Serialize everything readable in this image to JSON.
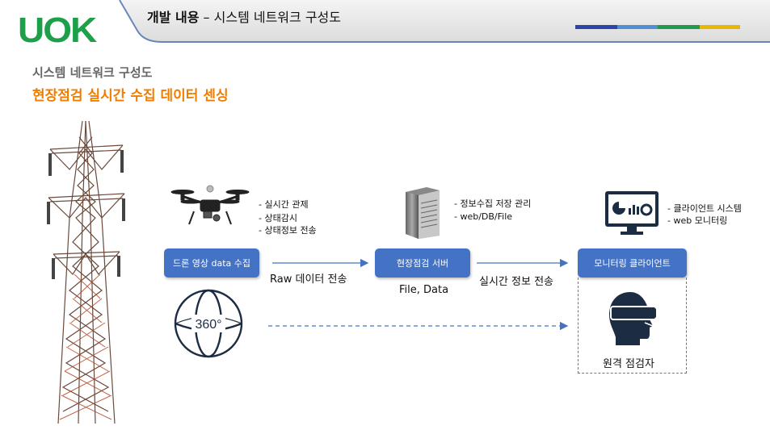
{
  "header": {
    "logo": "UOK",
    "title_bold": "개발 내용",
    "title_rest": " – 시스템 네트워크 구성도"
  },
  "colors": {
    "accent": [
      "#2a45a8",
      "#4f8fd6",
      "#1f9a4b",
      "#e8b800"
    ],
    "box": "#4472c4",
    "title_orange": "#f07d00",
    "logo_green": "#1ea04a"
  },
  "slide": {
    "subtitle": "시스템 네트워크 구성도",
    "title": "현장점검 실시간 수집 데이터 센싱"
  },
  "drone": {
    "box_label": "드론 영상 data 수집",
    "notes": [
      "- 실시간 관제",
      "- 상태감시",
      "- 상태정보 전송"
    ]
  },
  "server": {
    "box_label": "현장점검 서버",
    "notes": [
      "- 정보수집 저장 관리",
      "- web/DB/File"
    ],
    "caption": "File, Data"
  },
  "client": {
    "box_label": "모니터링 클라이언트",
    "notes": [
      "- 클라이언트 시스템",
      "- web 모니터링"
    ]
  },
  "arrows": {
    "raw_label": "Raw 데이터 전송",
    "realtime_label": "실시간 정보 전송"
  },
  "camera": {
    "label": "360°"
  },
  "inspector": {
    "label": "원격 점검자"
  },
  "icons": [
    "transmission-tower-icon",
    "drone-icon",
    "camera-360-icon",
    "server-icon",
    "monitor-dashboard-icon",
    "vr-headset-person-icon"
  ]
}
